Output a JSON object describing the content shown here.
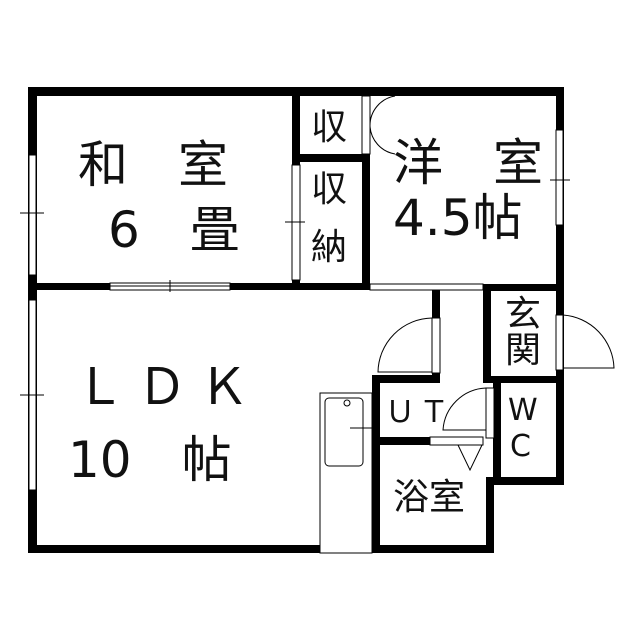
{
  "rooms": {
    "washitsu": {
      "name": "和　室",
      "size": "6　畳"
    },
    "storage_small": {
      "name": "収"
    },
    "storage": {
      "name_top": "収",
      "name_bottom": "納"
    },
    "youshitsu": {
      "name": "洋　室",
      "size": "4.5帖"
    },
    "genkan": {
      "top": "玄",
      "bottom": "関"
    },
    "ldk": {
      "name": "ＬＤＫ",
      "size": "10　帖"
    },
    "ut": {
      "name": "ＵＴ"
    },
    "wc": {
      "top": "W",
      "bottom": "C"
    },
    "bath": {
      "name": "浴室"
    }
  },
  "colors": {
    "wall": "#000000",
    "background": "#ffffff"
  }
}
